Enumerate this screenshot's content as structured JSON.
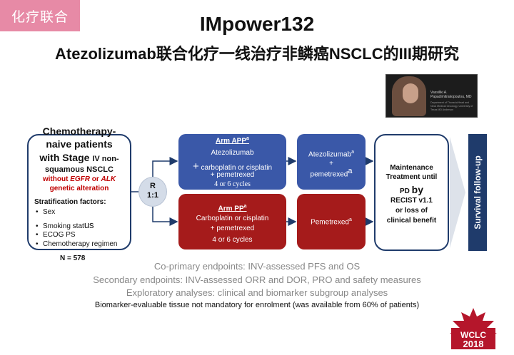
{
  "corner_tag": "化疗联合",
  "title": "IMpower132",
  "subtitle": "Atezolizumab联合化疗一线治疗非鳞癌NSCLC的III期研究",
  "video": {
    "speaker_name": "Vassiliki A. Papadimitrakopoulou, MD",
    "speaker_affiliation": "Department of Thoracic/Head and Neck Medical Oncology, University of Texas MD Anderson"
  },
  "patients": {
    "line1": "Chemotherapy-",
    "line2": "naive patients",
    "line3a": "with Stage ",
    "line3b": "IV non-",
    "line4": "squamous NSCLC",
    "line5a": "without ",
    "line5b": "EGFR",
    "line5c": " or ",
    "line5d": "ALK",
    "line6": "genetic alteration",
    "strat_header": "Stratification factors:",
    "strat_items": [
      "Sex",
      "Smoking stat",
      "us",
      "ECOG PS",
      "Chemotherapy regimen"
    ],
    "bullet": "•",
    "n": "N = 578"
  },
  "randomization": {
    "line1": "R",
    "line2": "1:1"
  },
  "arm_app": {
    "head": "Arm APP",
    "sup": "a",
    "drug": "Atezolizumab",
    "plus": "+",
    "chemo": "carboplatin or cisplatin",
    "pem": "+ pemetrexed",
    "cycles": "4 or 6 cycles"
  },
  "arm_pp": {
    "head": "Arm PP",
    "sup": "a",
    "chemo": "Carboplatin or cisplatin",
    "pem": "+ pemetrexed",
    "cycles": "4 or 6 cycles"
  },
  "maint_app": {
    "drug": "Atezolizumab",
    "sup": "a",
    "plus": "+",
    "pem": "pemetrexed",
    "sup2": "a"
  },
  "maint_pp": {
    "drug": "Pemetrexed",
    "sup": "a"
  },
  "maintenance": {
    "l1": "Maintenance",
    "l2": "Treatment until",
    "l3a": "PD ",
    "l3b": "by",
    "l4": "RECIST v1.1",
    "l5": "or loss of",
    "l6": "clinical benefit"
  },
  "survival": "Survival follow-up",
  "endpoints": {
    "primary": "Co-primary endpoints: INV-assessed PFS and OS",
    "secondary": "Secondary endpoints: INV-assessed ORR and DOR, PRO and safety measures",
    "exploratory": "Exploratory analyses: clinical and biomarker subgroup analyses"
  },
  "biomarker_note": "Biomarker-evaluable tissue not mandatory for enrolment (was available from 60% of patients)",
  "logo": {
    "name": "WCLC",
    "year": "2018"
  },
  "colors": {
    "blue": "#3a58a8",
    "red": "#a51b1b",
    "navy": "#1f3b6b",
    "pink": "#e78aa6"
  }
}
